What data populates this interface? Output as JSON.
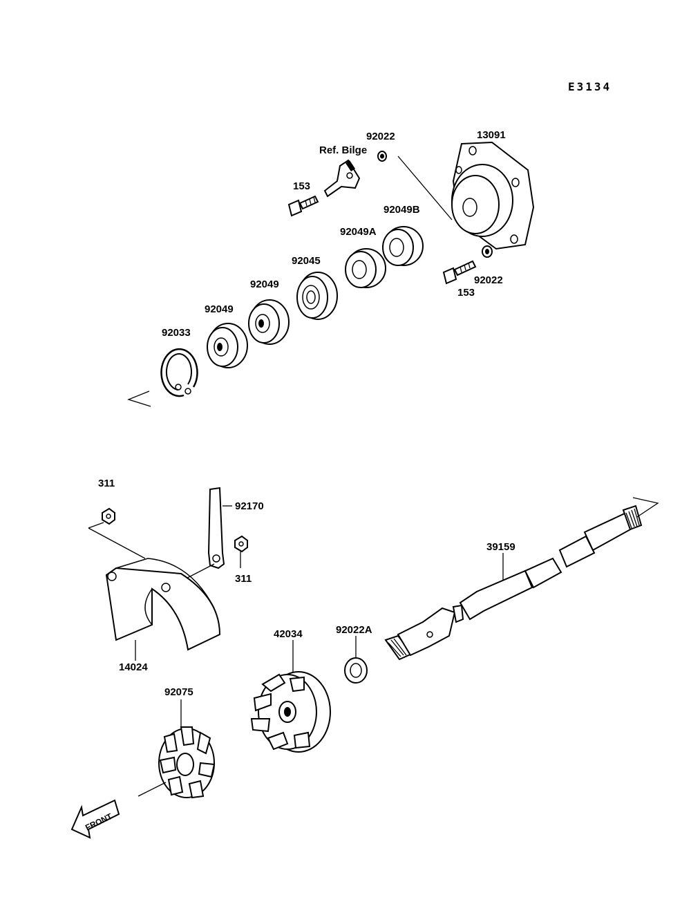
{
  "diagram": {
    "code": "E3134",
    "front_label": "FRONT",
    "labels": {
      "p92022_top": "92022",
      "ref_bilge": "Ref. Bilge",
      "p13091": "13091",
      "p153_top": "153",
      "p92049B": "92049B",
      "p92049A": "92049A",
      "p92045": "92045",
      "p92049_a": "92049",
      "p92049_b": "92049",
      "p92033": "92033",
      "p92022_right": "92022",
      "p153_right": "153",
      "p311_top": "311",
      "p92170": "92170",
      "p311_right": "311",
      "p39159": "39159",
      "p14024": "14024",
      "p42034": "42034",
      "p92022A": "92022A",
      "p92075": "92075"
    }
  }
}
